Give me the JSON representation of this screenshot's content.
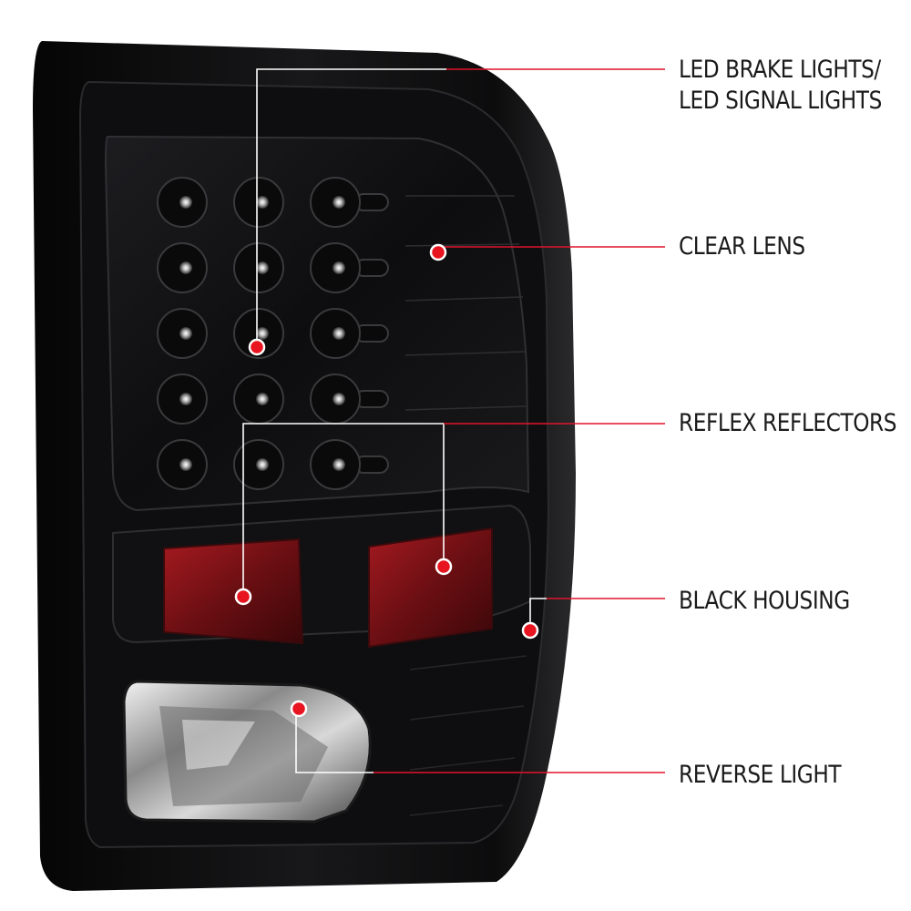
{
  "callouts": {
    "led_line1": "LED BRAKE LIGHTS/",
    "led_line2": "LED SIGNAL LIGHTS",
    "clear_lens": "CLEAR LENS",
    "reflex_reflectors": "REFLEX REFLECTORS",
    "black_housing": "BLACK HOUSING",
    "reverse_light": "REVERSE LIGHT"
  },
  "colors": {
    "accent_red": "#e0142a",
    "housing_black": "#0b0b0c",
    "reflector_red": "#8a1418",
    "background": "#ffffff"
  },
  "led_grid": {
    "columns": 3,
    "rows": 5
  }
}
